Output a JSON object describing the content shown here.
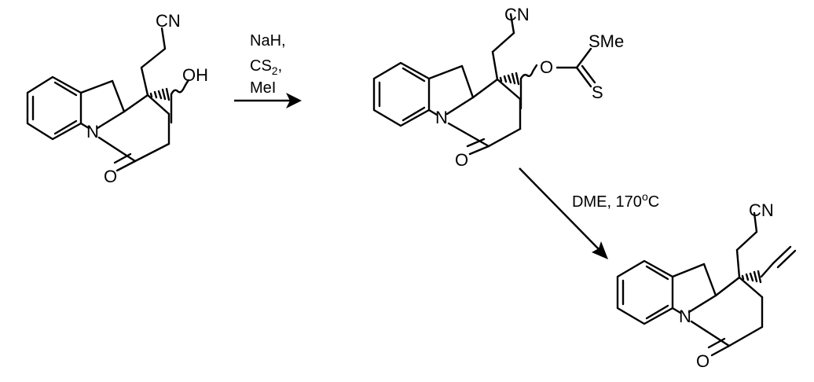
{
  "reagents_step1": {
    "line1": "NaH,",
    "line2_main": "CS",
    "line2_sub": "2",
    "line2_tail": ",",
    "line3": "MeI"
  },
  "reagents_step2": {
    "main": "DME, 170",
    "sup": "o",
    "tail": "C"
  },
  "molecules": {
    "starting_material": {
      "nitrile": "CN",
      "hydroxyl": "OH",
      "nitrogen": "N",
      "carbonyl_oxygen": "O"
    },
    "xanthate_intermediate": {
      "nitrile": "CN",
      "ether_oxygen": "O",
      "thiomethyl": "SMe",
      "thione_sulfur": "S",
      "nitrogen": "N",
      "carbonyl_oxygen": "O"
    },
    "alkene_product": {
      "nitrile": "CN",
      "nitrogen": "N",
      "carbonyl_oxygen": "O"
    }
  }
}
